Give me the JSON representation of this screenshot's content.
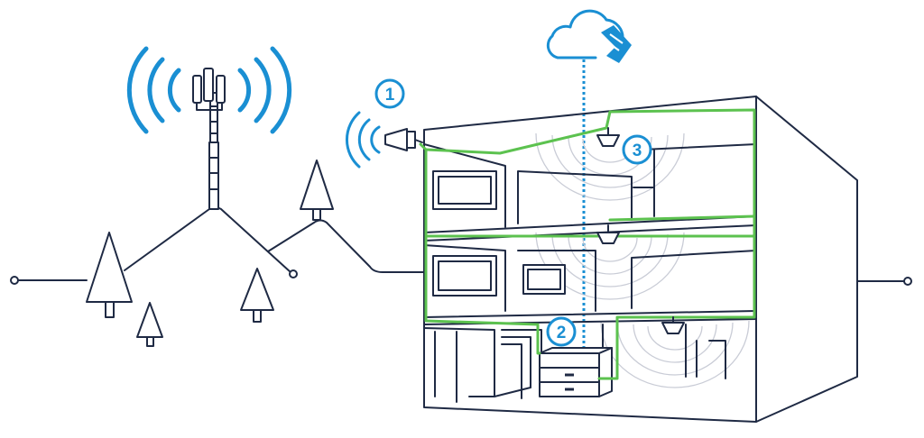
{
  "badges": [
    {
      "id": "outdoor-antenna",
      "label": "1"
    },
    {
      "id": "booster-unit",
      "label": "2"
    },
    {
      "id": "indoor-antenna",
      "label": "3"
    }
  ],
  "colors": {
    "outline": "#1f2a44",
    "signal_blue": "#1a8fd3",
    "cable_green": "#5cc24f",
    "signal_ripple": "#c9ccd6"
  },
  "icons": [
    "cell-tower-icon",
    "cloud-icon",
    "cellular-antenna-icon",
    "tree-icon",
    "house-icon",
    "ceiling-dome-antenna-icon",
    "booster-box-icon"
  ]
}
